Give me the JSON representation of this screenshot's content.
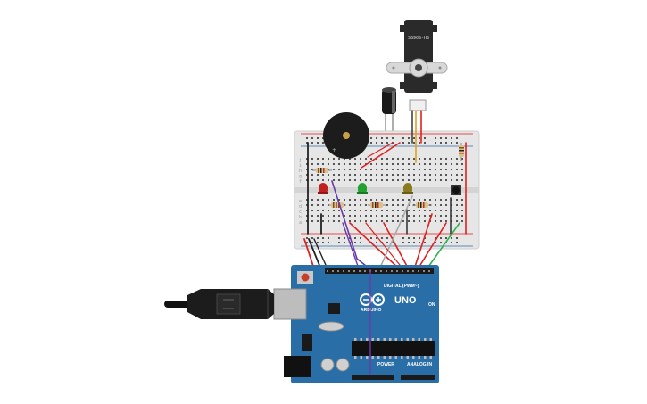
{
  "servo": {
    "label": "SG90S-HS"
  },
  "arduino": {
    "brand": "ARDUINO",
    "model": "UNO",
    "digital_label": "DIGITAL (PWM~)",
    "power_label": "POWER",
    "analog_label": "ANALOG IN",
    "on_label": "ON"
  },
  "breadboard": {
    "row_letters_top": [
      "j",
      "i",
      "h",
      "g",
      "f"
    ],
    "row_letters_bottom": [
      "e",
      "d",
      "c",
      "b",
      "a"
    ]
  },
  "colors": {
    "board_blue": "#2a6ea7",
    "breadboard": "#e8e8e8",
    "wire_red": "#e0201e",
    "wire_black": "#222222",
    "wire_purple": "#6a3aa8",
    "wire_green": "#2db34a",
    "wire_gray": "#999999",
    "led_red": "#c02020",
    "led_green": "#22a030",
    "led_yellow": "#8a7a20"
  }
}
